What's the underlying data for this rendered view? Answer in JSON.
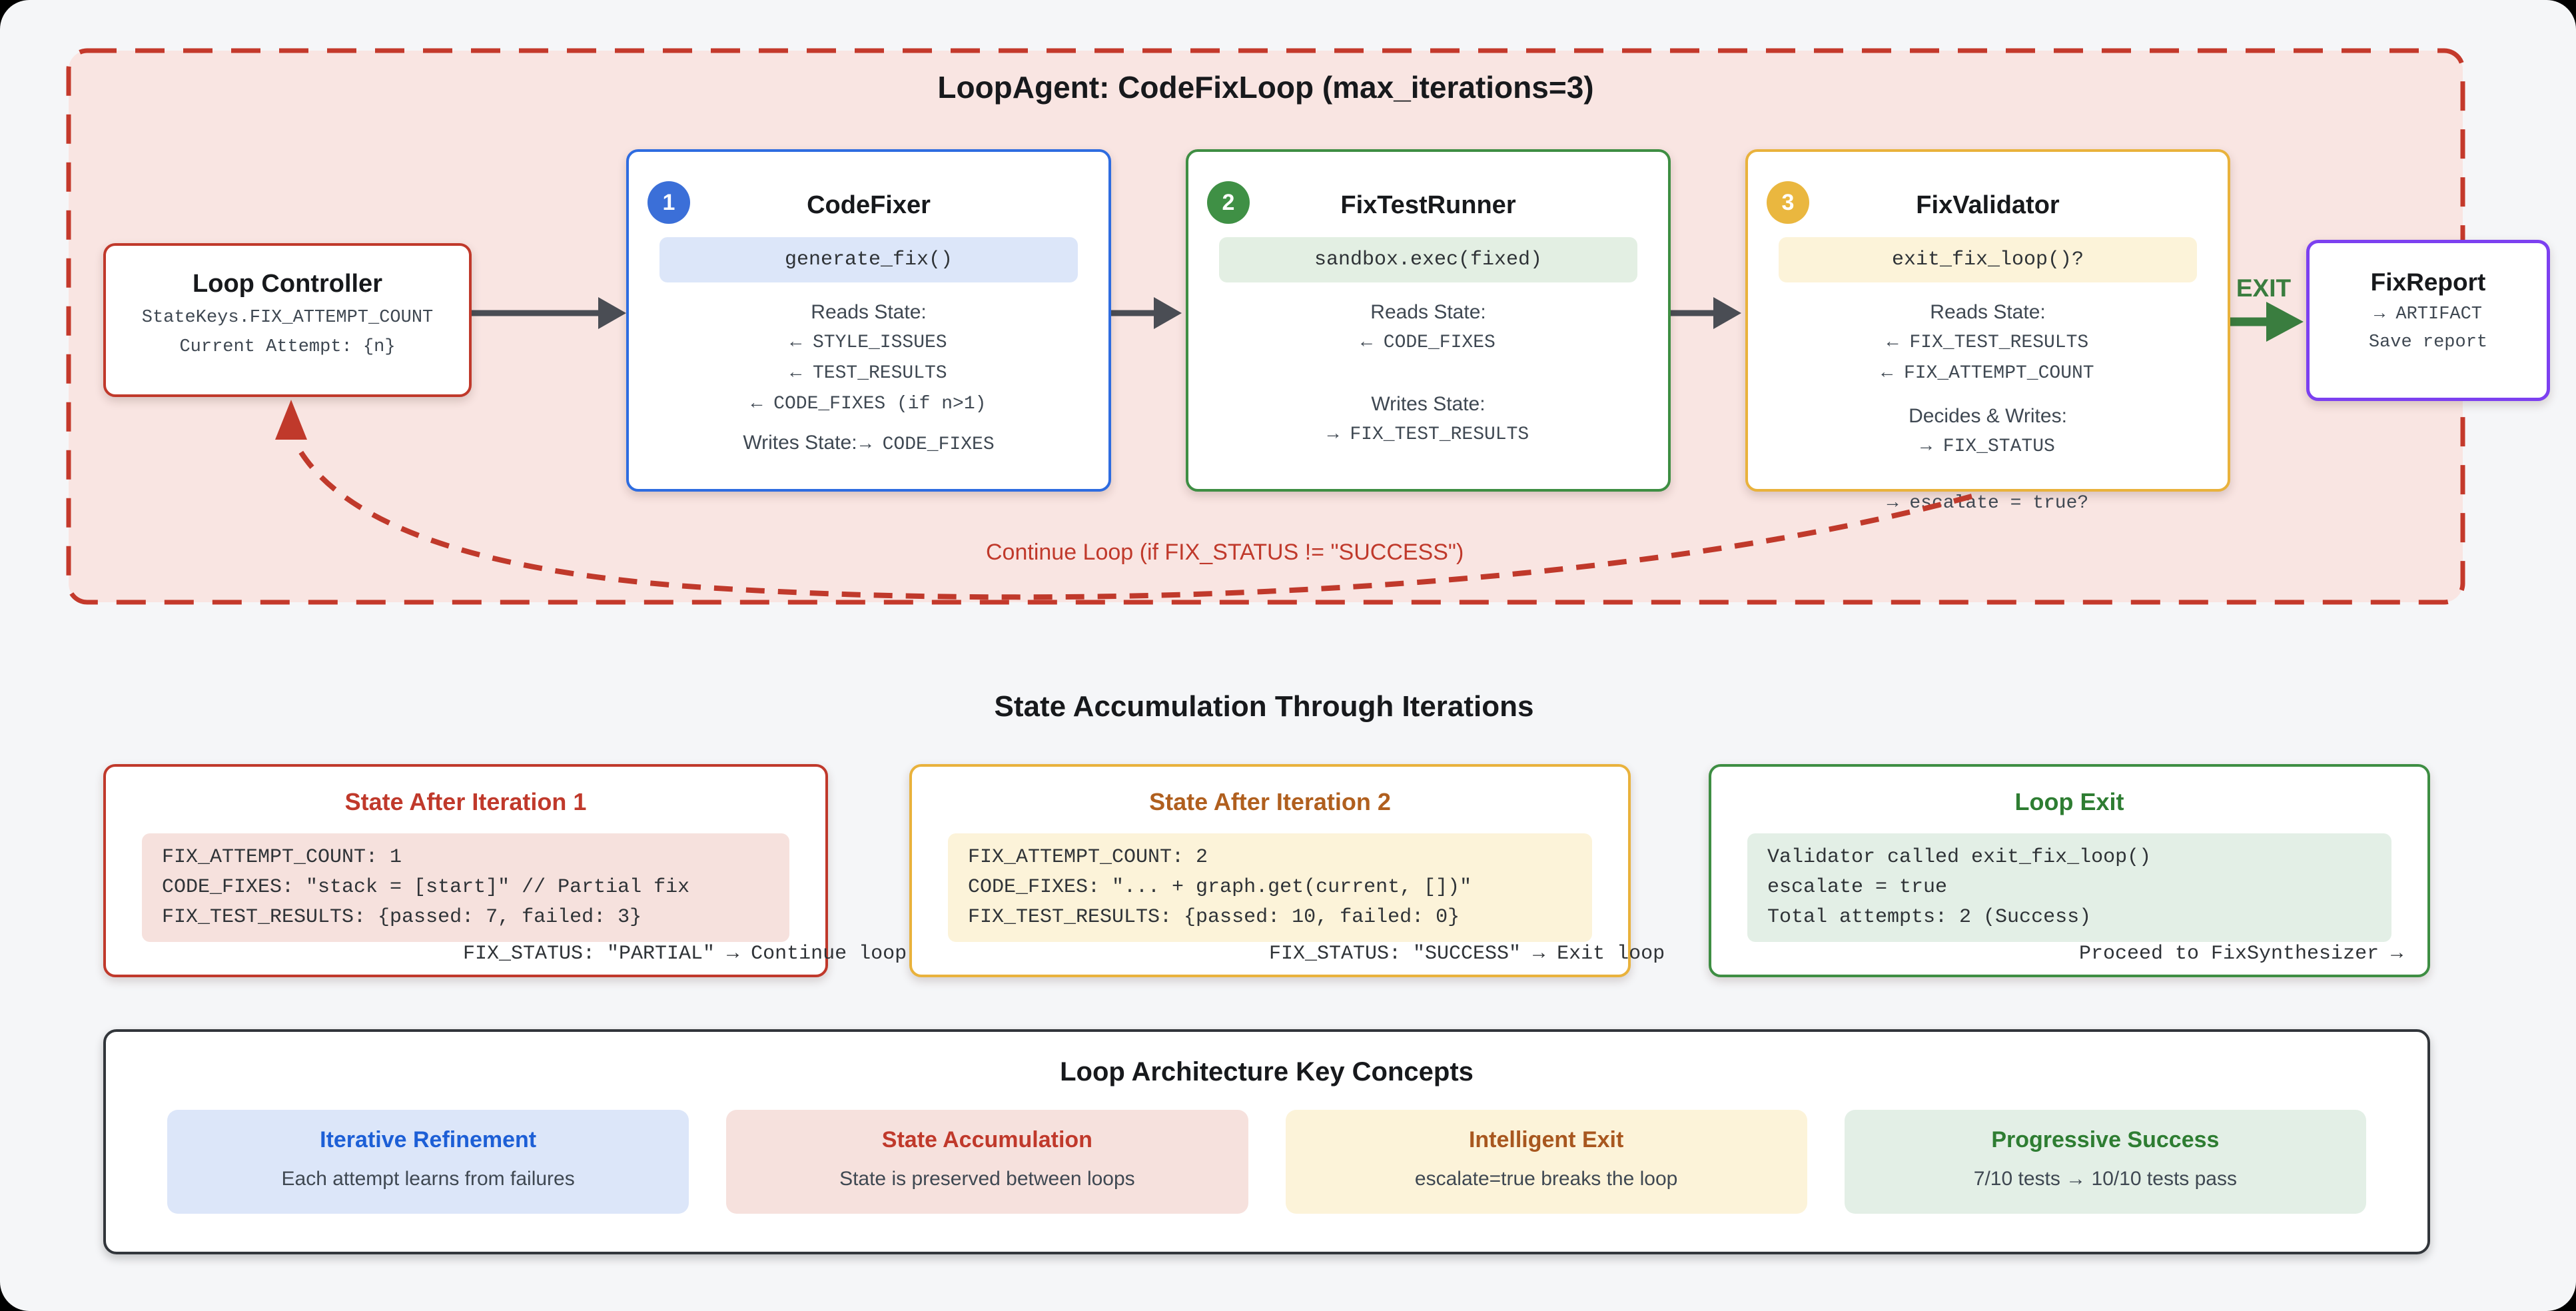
{
  "palette": {
    "page_bg": "#f5f6f8",
    "container_bg": "#f9e5e2",
    "container_dash": "#c4392b",
    "red": "#c0392b",
    "blue": "#2e6ce0",
    "green": "#3e8e43",
    "amber": "#e9b23c",
    "purple": "#7c40f0",
    "exit_green": "#3a7d3f",
    "arrow_gray": "#4a4d54",
    "text_gray": "#3f4852"
  },
  "loop": {
    "title": "LoopAgent: CodeFixLoop (max_iterations=3)",
    "controller": {
      "title": "Loop Controller",
      "line1": "StateKeys.FIX_ATTEMPT_COUNT",
      "line2": "Current Attempt: {n}"
    },
    "agents": {
      "code_fixer": {
        "number": "1",
        "title": "CodeFixer",
        "code": "generate_fix()",
        "reads_label": "Reads State:",
        "reads": [
          "← STYLE_ISSUES",
          "← TEST_RESULTS",
          "← CODE_FIXES (if n>1)"
        ],
        "writes_label": "Writes State:",
        "writes_inline": "→ CODE_FIXES"
      },
      "test_runner": {
        "number": "2",
        "title": "FixTestRunner",
        "code": "sandbox.exec(fixed)",
        "reads_label": "Reads State:",
        "reads": [
          "← CODE_FIXES"
        ],
        "writes_label": "Writes State:",
        "writes": [
          "→ FIX_TEST_RESULTS"
        ]
      },
      "validator": {
        "number": "3",
        "title": "FixValidator",
        "code": "exit_fix_loop()?",
        "reads_label": "Reads State:",
        "reads": [
          "← FIX_TEST_RESULTS",
          "← FIX_ATTEMPT_COUNT"
        ],
        "writes_label": "Decides & Writes:",
        "writes": [
          "→ FIX_STATUS"
        ],
        "overflow": "→ escalate = true?"
      }
    },
    "exit_label": "EXIT",
    "report": {
      "title": "FixReport",
      "line1": "→ ARTIFACT",
      "line2": "Save report"
    },
    "continue_label": "Continue Loop (if FIX_STATUS != \"SUCCESS\")"
  },
  "states": {
    "heading": "State Accumulation Through Iterations",
    "iteration1": {
      "title": "State After Iteration 1",
      "lines": [
        "FIX_ATTEMPT_COUNT: 1",
        "CODE_FIXES: \"stack = [start]\" // Partial fix",
        "FIX_TEST_RESULTS: {passed: 7, failed: 3}"
      ],
      "overflow": "FIX_STATUS: \"PARTIAL\" → Continue loop"
    },
    "iteration2": {
      "title": "State After Iteration 2",
      "lines": [
        "FIX_ATTEMPT_COUNT: 2",
        "CODE_FIXES: \"... + graph.get(current, [])\"",
        "FIX_TEST_RESULTS: {passed: 10, failed: 0}"
      ],
      "overflow": "FIX_STATUS: \"SUCCESS\" → Exit loop"
    },
    "exit": {
      "title": "Loop Exit",
      "lines": [
        "Validator called exit_fix_loop()",
        "escalate = true",
        "Total attempts: 2 (Success)"
      ],
      "overflow": "Proceed to FixSynthesizer →"
    }
  },
  "concepts": {
    "heading": "Loop Architecture Key Concepts",
    "items": [
      {
        "title": "Iterative Refinement",
        "subtitle": "Each attempt learns from failures"
      },
      {
        "title": "State Accumulation",
        "subtitle": "State is preserved between loops"
      },
      {
        "title": "Intelligent Exit",
        "subtitle": "escalate=true breaks the loop"
      },
      {
        "title": "Progressive Success",
        "subtitle": "7/10 tests → 10/10 tests pass"
      }
    ]
  }
}
